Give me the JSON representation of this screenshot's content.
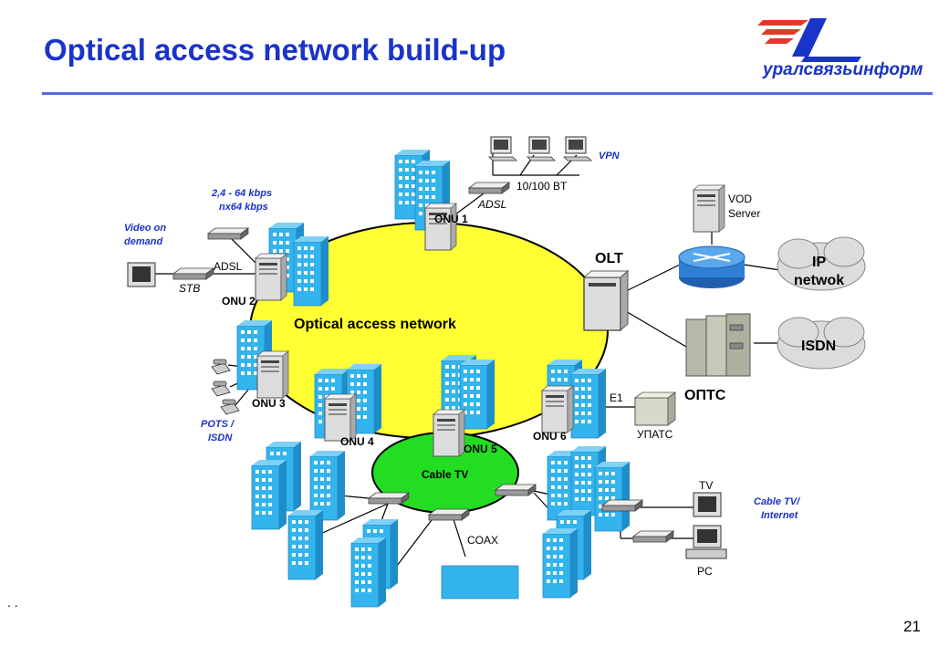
{
  "header": {
    "title": "Optical access network build-up",
    "logo_text": "уралсвязьинформ",
    "page_number": "21",
    "dots": ".   ."
  },
  "diagram": {
    "core_label": "Optical access network",
    "cable_tv_label": "Cable TV",
    "olt": "OLT",
    "onu_labels": [
      "ONU 1",
      "ONU 2",
      "ONU 3",
      "ONU 4",
      "ONU 5",
      "ONU 6"
    ],
    "vpn": "VPN",
    "eth": "10/100 BT",
    "adsl_top": "ADSL",
    "adsl_left": "ADSL",
    "rates": "2,4 - 64 kbps",
    "rates2": "nx64  kbps",
    "video": "Video on",
    "video2": "demand",
    "stb": "STB",
    "pots": "POTS /",
    "pots2": "ISDN",
    "vod": "VOD",
    "vod2": "Server",
    "ip": "IP",
    "ip2": "netwok",
    "isdn": "ISDN",
    "optc": "ОПТС",
    "e1": "E1",
    "upats": "УПАТС",
    "coax": "COAX",
    "tv": "TV",
    "pc": "PC",
    "catv_internet": "Cable TV/",
    "catv_internet2": "Internet"
  },
  "colors": {
    "title": "#1a33c8",
    "ring_fill": "#ffff33",
    "cable_fill": "#22dd22",
    "building": "#33b4ee",
    "router": "#2f7fd6"
  }
}
